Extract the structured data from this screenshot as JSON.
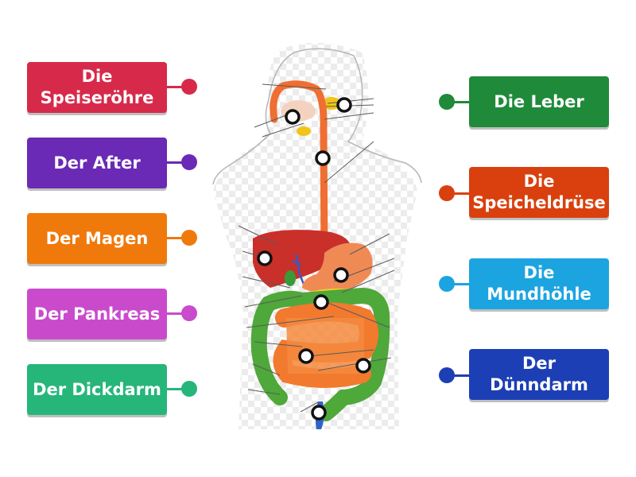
{
  "labels_left": [
    {
      "id": "speiseroehre",
      "text": "Die\nSpeiseröhre",
      "color": "#d72a4a"
    },
    {
      "id": "after",
      "text": "Der After",
      "color": "#6a2ab5"
    },
    {
      "id": "magen",
      "text": "Der Magen",
      "color": "#f0790c"
    },
    {
      "id": "pankreas",
      "text": "Der Pankreas",
      "color": "#c94bcc"
    },
    {
      "id": "dickdarm",
      "text": "Der Dickdarm",
      "color": "#26b67a"
    }
  ],
  "labels_right": [
    {
      "id": "leber",
      "text": "Die Leber",
      "color": "#1f8a3a"
    },
    {
      "id": "speicheldruese",
      "text": "Die\nSpeicheldrüse",
      "color": "#d9400d"
    },
    {
      "id": "mundhoehle",
      "text": "Die\nMundhöhle",
      "color": "#1ba4e0"
    },
    {
      "id": "duenndarm",
      "text": "Der\nDünndarm",
      "color": "#1d3fb5"
    }
  ],
  "markers": [
    {
      "id": "marker-mouth-gland"
    },
    {
      "id": "marker-mouth"
    },
    {
      "id": "marker-esophagus"
    },
    {
      "id": "marker-liver"
    },
    {
      "id": "marker-stomach"
    },
    {
      "id": "marker-pancreas"
    },
    {
      "id": "marker-small-intestine"
    },
    {
      "id": "marker-large-intestine"
    },
    {
      "id": "marker-anus"
    }
  ]
}
